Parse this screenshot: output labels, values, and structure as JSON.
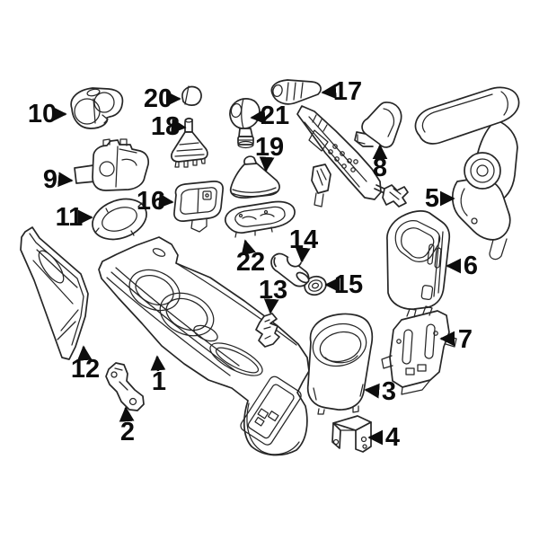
{
  "page": {
    "background_color": "#ffffff"
  },
  "diagram": {
    "line_color": "#262626",
    "callout_text_color": "#0c0c0c",
    "highlight": {
      "selected_part_label": "14",
      "fill": "#4164BE",
      "outline": "#1C3177",
      "face_fill": "#5C7BCC"
    },
    "callouts": [
      {
        "label": "1"
      },
      {
        "label": "2"
      },
      {
        "label": "3"
      },
      {
        "label": "4"
      },
      {
        "label": "5"
      },
      {
        "label": "6"
      },
      {
        "label": "7"
      },
      {
        "label": "8"
      },
      {
        "label": "9"
      },
      {
        "label": "10"
      },
      {
        "label": "11"
      },
      {
        "label": "12"
      },
      {
        "label": "13"
      },
      {
        "label": "14"
      },
      {
        "label": "15"
      },
      {
        "label": "16"
      },
      {
        "label": "17"
      },
      {
        "label": "18"
      },
      {
        "label": "19"
      },
      {
        "label": "20"
      },
      {
        "label": "21"
      },
      {
        "label": "22"
      }
    ]
  }
}
